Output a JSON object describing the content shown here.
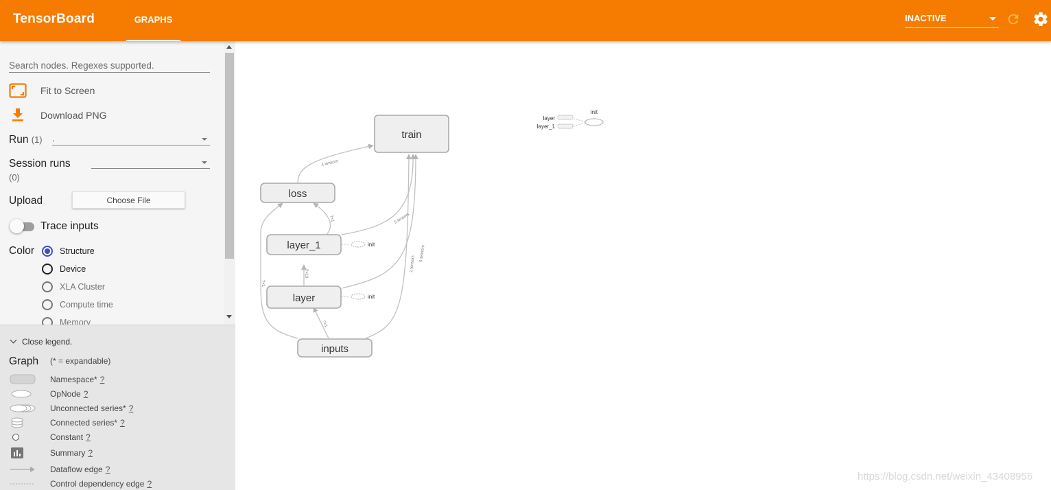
{
  "app": {
    "title": "TensorBoard",
    "active_tab": "GRAPHS",
    "run_status": "INACTIVE",
    "accent_color": "#f57c00"
  },
  "sidebar": {
    "search_placeholder": "Search nodes. Regexes supported.",
    "fit_label": "Fit to Screen",
    "download_label": "Download PNG",
    "run_label": "Run",
    "run_count": "(1)",
    "run_value": ".",
    "session_label": "Session runs",
    "session_count": "(0)",
    "upload_label": "Upload",
    "choose_file_label": "Choose File",
    "trace_label": "Trace inputs",
    "trace_enabled": false,
    "color_label": "Color",
    "color_options": [
      "Structure",
      "Device",
      "XLA Cluster",
      "Compute time",
      "Memory"
    ],
    "color_selected": "Structure"
  },
  "legend": {
    "toggle_label": "Close legend.",
    "title": "Graph",
    "subtitle": "(* = expandable)",
    "help_mark": "?",
    "items": [
      "Namespace*",
      "OpNode",
      "Unconnected series*",
      "Connected series*",
      "Constant",
      "Summary",
      "Dataflow edge",
      "Control dependency edge"
    ]
  },
  "graph": {
    "nodes": {
      "train": "train",
      "loss": "loss",
      "layer_1": "layer_1",
      "layer": "layer",
      "inputs": "inputs",
      "init_layer_1": "init",
      "init_layer": "init",
      "init_aux": "init",
      "aux_layer": "layer",
      "aux_layer_1": "layer_1"
    },
    "edge_labels": {
      "loss_to_train": "4 tensors",
      "layer_1_to_train": "5 tensors",
      "layer_to_train": "6 tensors",
      "inputs_to_train": "2 tensors",
      "layer_1_to_loss": "?×1",
      "layer_to_layer_1": "?×10",
      "inputs_to_layer": "?×1",
      "inputs_to_loss": "?×1"
    }
  },
  "watermark": "https://blog.csdn.net/weixin_43408956"
}
